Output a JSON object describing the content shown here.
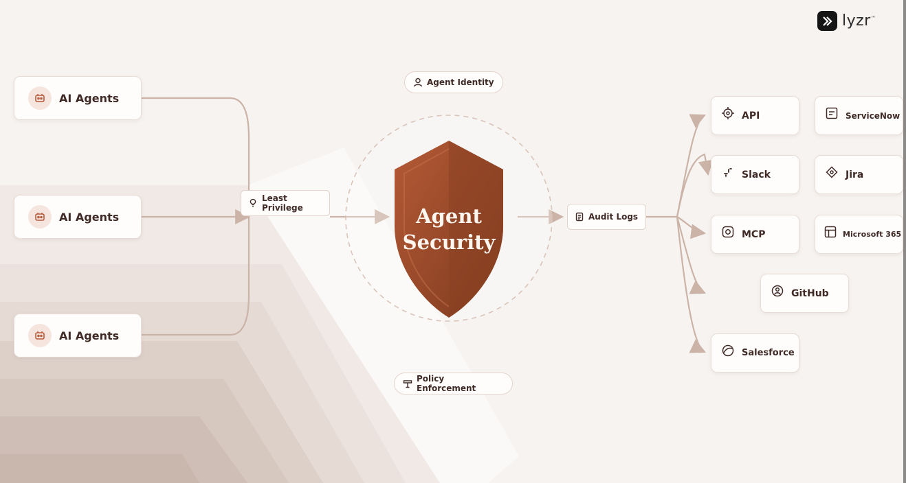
{
  "brand": {
    "logo_text": "lyzr",
    "trademark": "™"
  },
  "center": {
    "title_line1": "Agent",
    "title_line2": "Security"
  },
  "sources": [
    {
      "label": "AI Agents",
      "icon": "robot-icon"
    },
    {
      "label": "AI Agents",
      "icon": "robot-icon"
    },
    {
      "label": "AI Agents",
      "icon": "robot-icon"
    }
  ],
  "badges": {
    "least_privilege": "Least Privilege",
    "agent_identity": "Agent Identity",
    "policy_enforcement": "Policy Enforcement",
    "audit_logs": "Audit Logs"
  },
  "targets": {
    "api": "API",
    "slack": "Slack",
    "mcp": "MCP",
    "salesforce": "Salesforce",
    "servicenow": "ServiceNow",
    "jira": "Jira",
    "microsoft365": "Microsoft 365",
    "github": "GitHub"
  },
  "colors": {
    "accent": "#a14f2c",
    "shield_dark": "#8a3f20",
    "wire": "#cbb3a7",
    "background": "#f6f3f1"
  }
}
